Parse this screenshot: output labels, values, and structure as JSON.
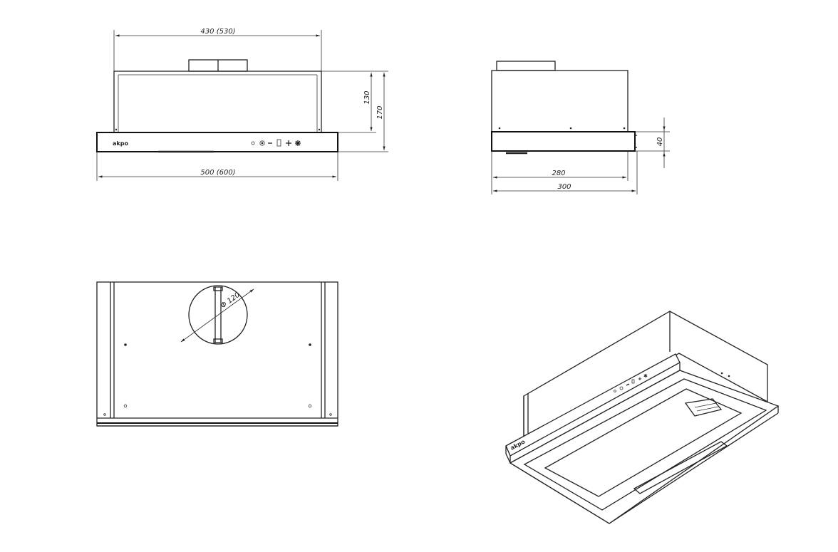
{
  "brand": "akpo",
  "front_view": {
    "dim_top_width": "430 (530)",
    "dim_bottom_width": "500 (600)",
    "dim_height_inner": "130",
    "dim_height_total": "170",
    "panel_icons": [
      "power-icon",
      "timer-icon",
      "minus-icon",
      "display-icon",
      "plus-icon",
      "light-icon"
    ],
    "panel_glyphs": [
      "∘",
      "⊚",
      "−",
      "▯",
      "+",
      "✱"
    ]
  },
  "side_view": {
    "dim_depth_inner": "280",
    "dim_depth_total": "300",
    "dim_front_height": "40"
  },
  "top_view": {
    "dim_outlet_diameter": "Φ 120"
  },
  "colors": {
    "line": "#222222",
    "background": "#ffffff"
  }
}
